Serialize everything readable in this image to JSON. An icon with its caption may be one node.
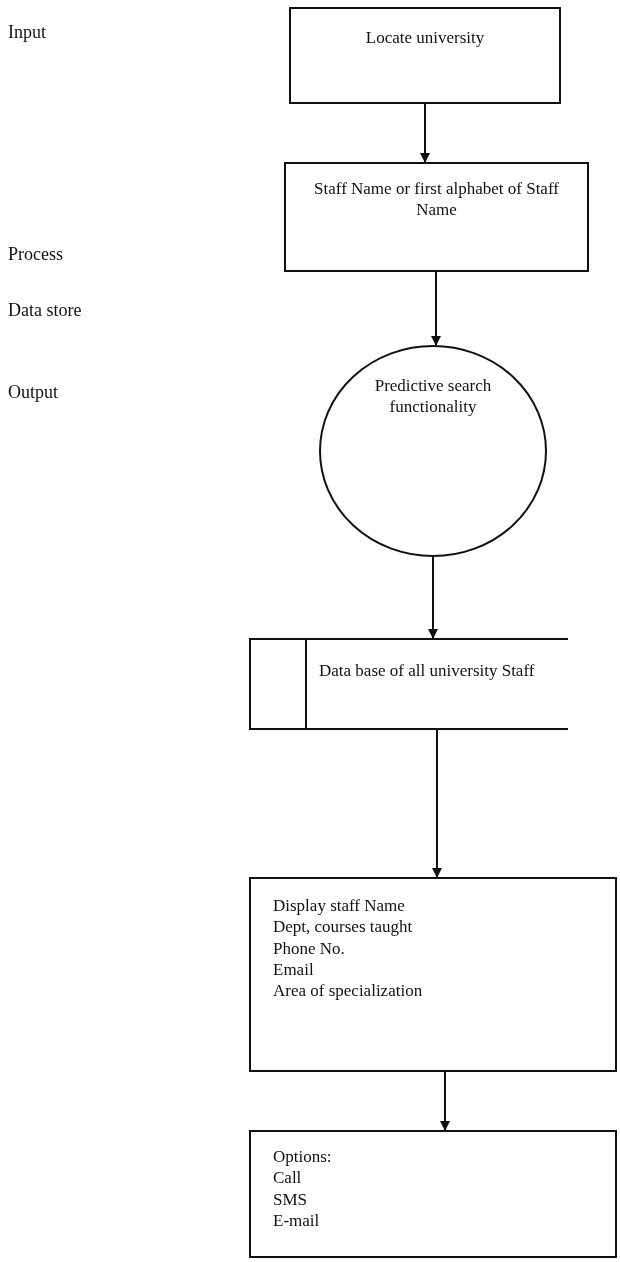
{
  "diagram": {
    "nodes": [
      {
        "text": [
          "Locate university"
        ]
      },
      {
        "text": [
          "Staff Name or first alphabet of Staff Name"
        ]
      },
      {
        "text": [
          "Predictive search functionality"
        ]
      },
      {
        "text": [
          "Data base of all university Staff"
        ]
      },
      {
        "text": [
          "Display staff Name",
          "Dept, courses taught",
          "Phone No.",
          "Email",
          "Area of specialization"
        ]
      },
      {
        "text": [
          "Options:",
          "Call",
          "SMS",
          "E-mail"
        ]
      }
    ],
    "edges": [
      {
        "from": 0,
        "to": 1,
        "arrow": "to"
      },
      {
        "from": 1,
        "to": 2,
        "arrow": "to"
      },
      {
        "from": 2,
        "to": 3,
        "arrow": "to"
      },
      {
        "from": 3,
        "to": 4,
        "arrow": "to"
      },
      {
        "from": 4,
        "to": 5,
        "arrow": "to"
      }
    ],
    "labels": [
      "Input",
      "Process",
      "Data store",
      "Output"
    ]
  }
}
